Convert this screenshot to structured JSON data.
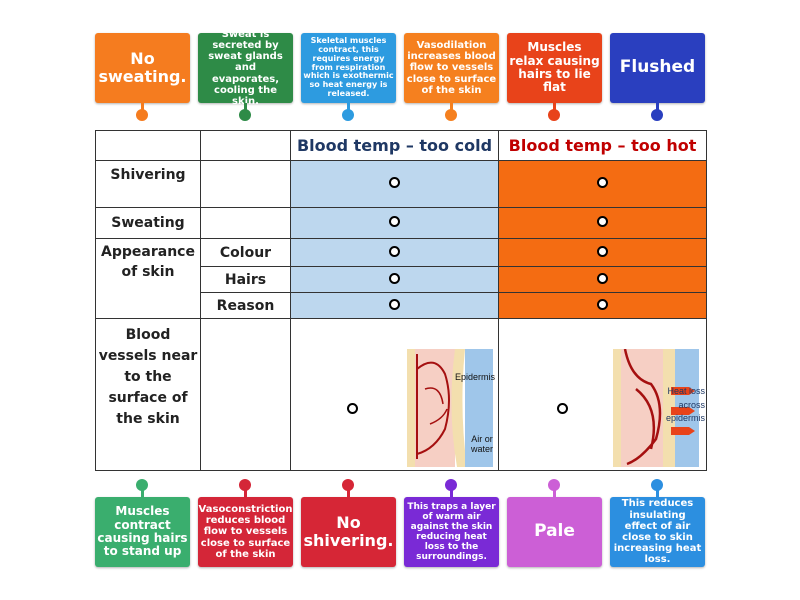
{
  "top_cards": [
    {
      "text": "No sweating.",
      "color": "#f57c1f",
      "size": 16
    },
    {
      "text": "Sweat is secreted by sweat glands and evaporates, cooling the skin.",
      "color": "#2e8b47",
      "size": 10
    },
    {
      "text": "Skeletal muscles contract, this requires energy from respiration which is exothermic so heat energy is released.",
      "color": "#2d9be0",
      "size": 8
    },
    {
      "text": "Vasodilation increases blood flow to vessels close to surface of the skin",
      "color": "#f5801f",
      "size": 10
    },
    {
      "text": "Muscles relax causing hairs to lie flat",
      "color": "#e8431a",
      "size": 12
    },
    {
      "text": "Flushed",
      "color": "#2a3fbf",
      "size": 17
    }
  ],
  "bottom_cards": [
    {
      "text": "Muscles contract causing hairs to stand up",
      "color": "#3aae6e",
      "size": 12
    },
    {
      "text": "Vasoconstriction reduces blood flow to vessels close to surface of the skin",
      "color": "#d42638",
      "size": 10
    },
    {
      "text": "No shivering.",
      "color": "#d62636",
      "size": 16
    },
    {
      "text": "This traps a layer of warm air against the skin reducing heat loss to the surroundings.",
      "color": "#7a2ad6",
      "size": 9
    },
    {
      "text": "Pale",
      "color": "#cc5fd6",
      "size": 17
    },
    {
      "text": "This reduces insulating effect of air close to skin increasing heat loss.",
      "color": "#2c8fe0",
      "size": 10
    }
  ],
  "table": {
    "header_cold": "Blood temp – too cold",
    "header_hot": "Blood temp – too hot",
    "cold_color": "#1f3864",
    "hot_color": "#c00000",
    "rows": {
      "shivering": "Shivering",
      "sweating": "Sweating",
      "appearance": "Appearance of skin",
      "colour": "Colour",
      "hairs": "Hairs",
      "reason": "Reason",
      "vessels": "Blood vessels near to the surface of the skin"
    }
  },
  "diagram_labels": {
    "cold": {
      "epidermis": "Epidermis",
      "air": "Air or water"
    },
    "hot": {
      "heat": "Heat loss across epidermis"
    }
  }
}
